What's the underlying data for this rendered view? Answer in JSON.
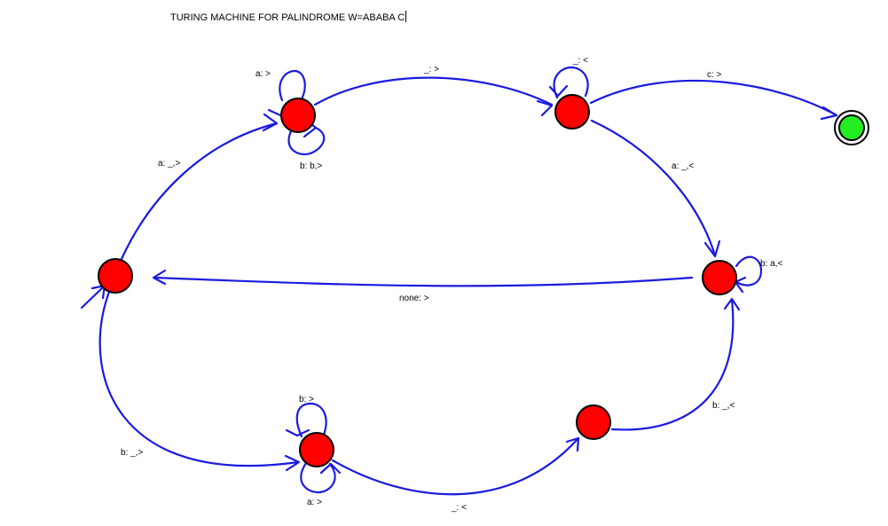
{
  "title": "TURING MACHINE FOR PALINDROME W=ABABA C",
  "colors": {
    "edge": "#1a1ae0",
    "state": "#ff0000",
    "final_state": "#22ee22",
    "background": "#ffffff",
    "text": "#000000"
  },
  "states": [
    {
      "id": "q_left",
      "type": "normal"
    },
    {
      "id": "q_top_a",
      "type": "normal"
    },
    {
      "id": "q_top_mid",
      "type": "normal"
    },
    {
      "id": "q_final",
      "type": "final"
    },
    {
      "id": "q_right",
      "type": "normal"
    },
    {
      "id": "q_bottom_b",
      "type": "normal"
    },
    {
      "id": "q_bottom_mid",
      "type": "normal"
    }
  ],
  "transitions": [
    {
      "id": "t_left_topa",
      "from": "q_left",
      "to": "q_top_a",
      "label": "a: _,>"
    },
    {
      "id": "t_topa_loop_a",
      "from": "q_top_a",
      "to": "q_top_a",
      "label": "a: >"
    },
    {
      "id": "t_topa_loop_b",
      "from": "q_top_a",
      "to": "q_top_a",
      "label": "b: b,>"
    },
    {
      "id": "t_topa_topmid",
      "from": "q_top_a",
      "to": "q_top_mid",
      "label": "_: >"
    },
    {
      "id": "t_topmid_loop",
      "from": "q_top_mid",
      "to": "q_top_mid",
      "label": "_: <"
    },
    {
      "id": "t_topmid_final",
      "from": "q_top_mid",
      "to": "q_final",
      "label": "c: >"
    },
    {
      "id": "t_topmid_right",
      "from": "q_top_mid",
      "to": "q_right",
      "label": "a: _,<"
    },
    {
      "id": "t_right_loop",
      "from": "q_right",
      "to": "q_right",
      "label": "b: a,<"
    },
    {
      "id": "t_right_left",
      "from": "q_right",
      "to": "q_left",
      "label": "none: >"
    },
    {
      "id": "t_left_bottomb",
      "from": "q_left",
      "to": "q_bottom_b",
      "label": "b: _,>"
    },
    {
      "id": "t_bottomb_loop_b",
      "from": "q_bottom_b",
      "to": "q_bottom_b",
      "label": "b: >"
    },
    {
      "id": "t_bottomb_loop_a",
      "from": "q_bottom_b",
      "to": "q_bottom_b",
      "label": "a: >"
    },
    {
      "id": "t_bottomb_bottommid",
      "from": "q_bottom_b",
      "to": "q_bottom_mid",
      "label": "_: <"
    },
    {
      "id": "t_bottommid_right",
      "from": "q_bottom_mid",
      "to": "q_right",
      "label": "b: _,<"
    },
    {
      "id": "t_left_entry",
      "from": "",
      "to": "q_left",
      "label": ""
    }
  ]
}
